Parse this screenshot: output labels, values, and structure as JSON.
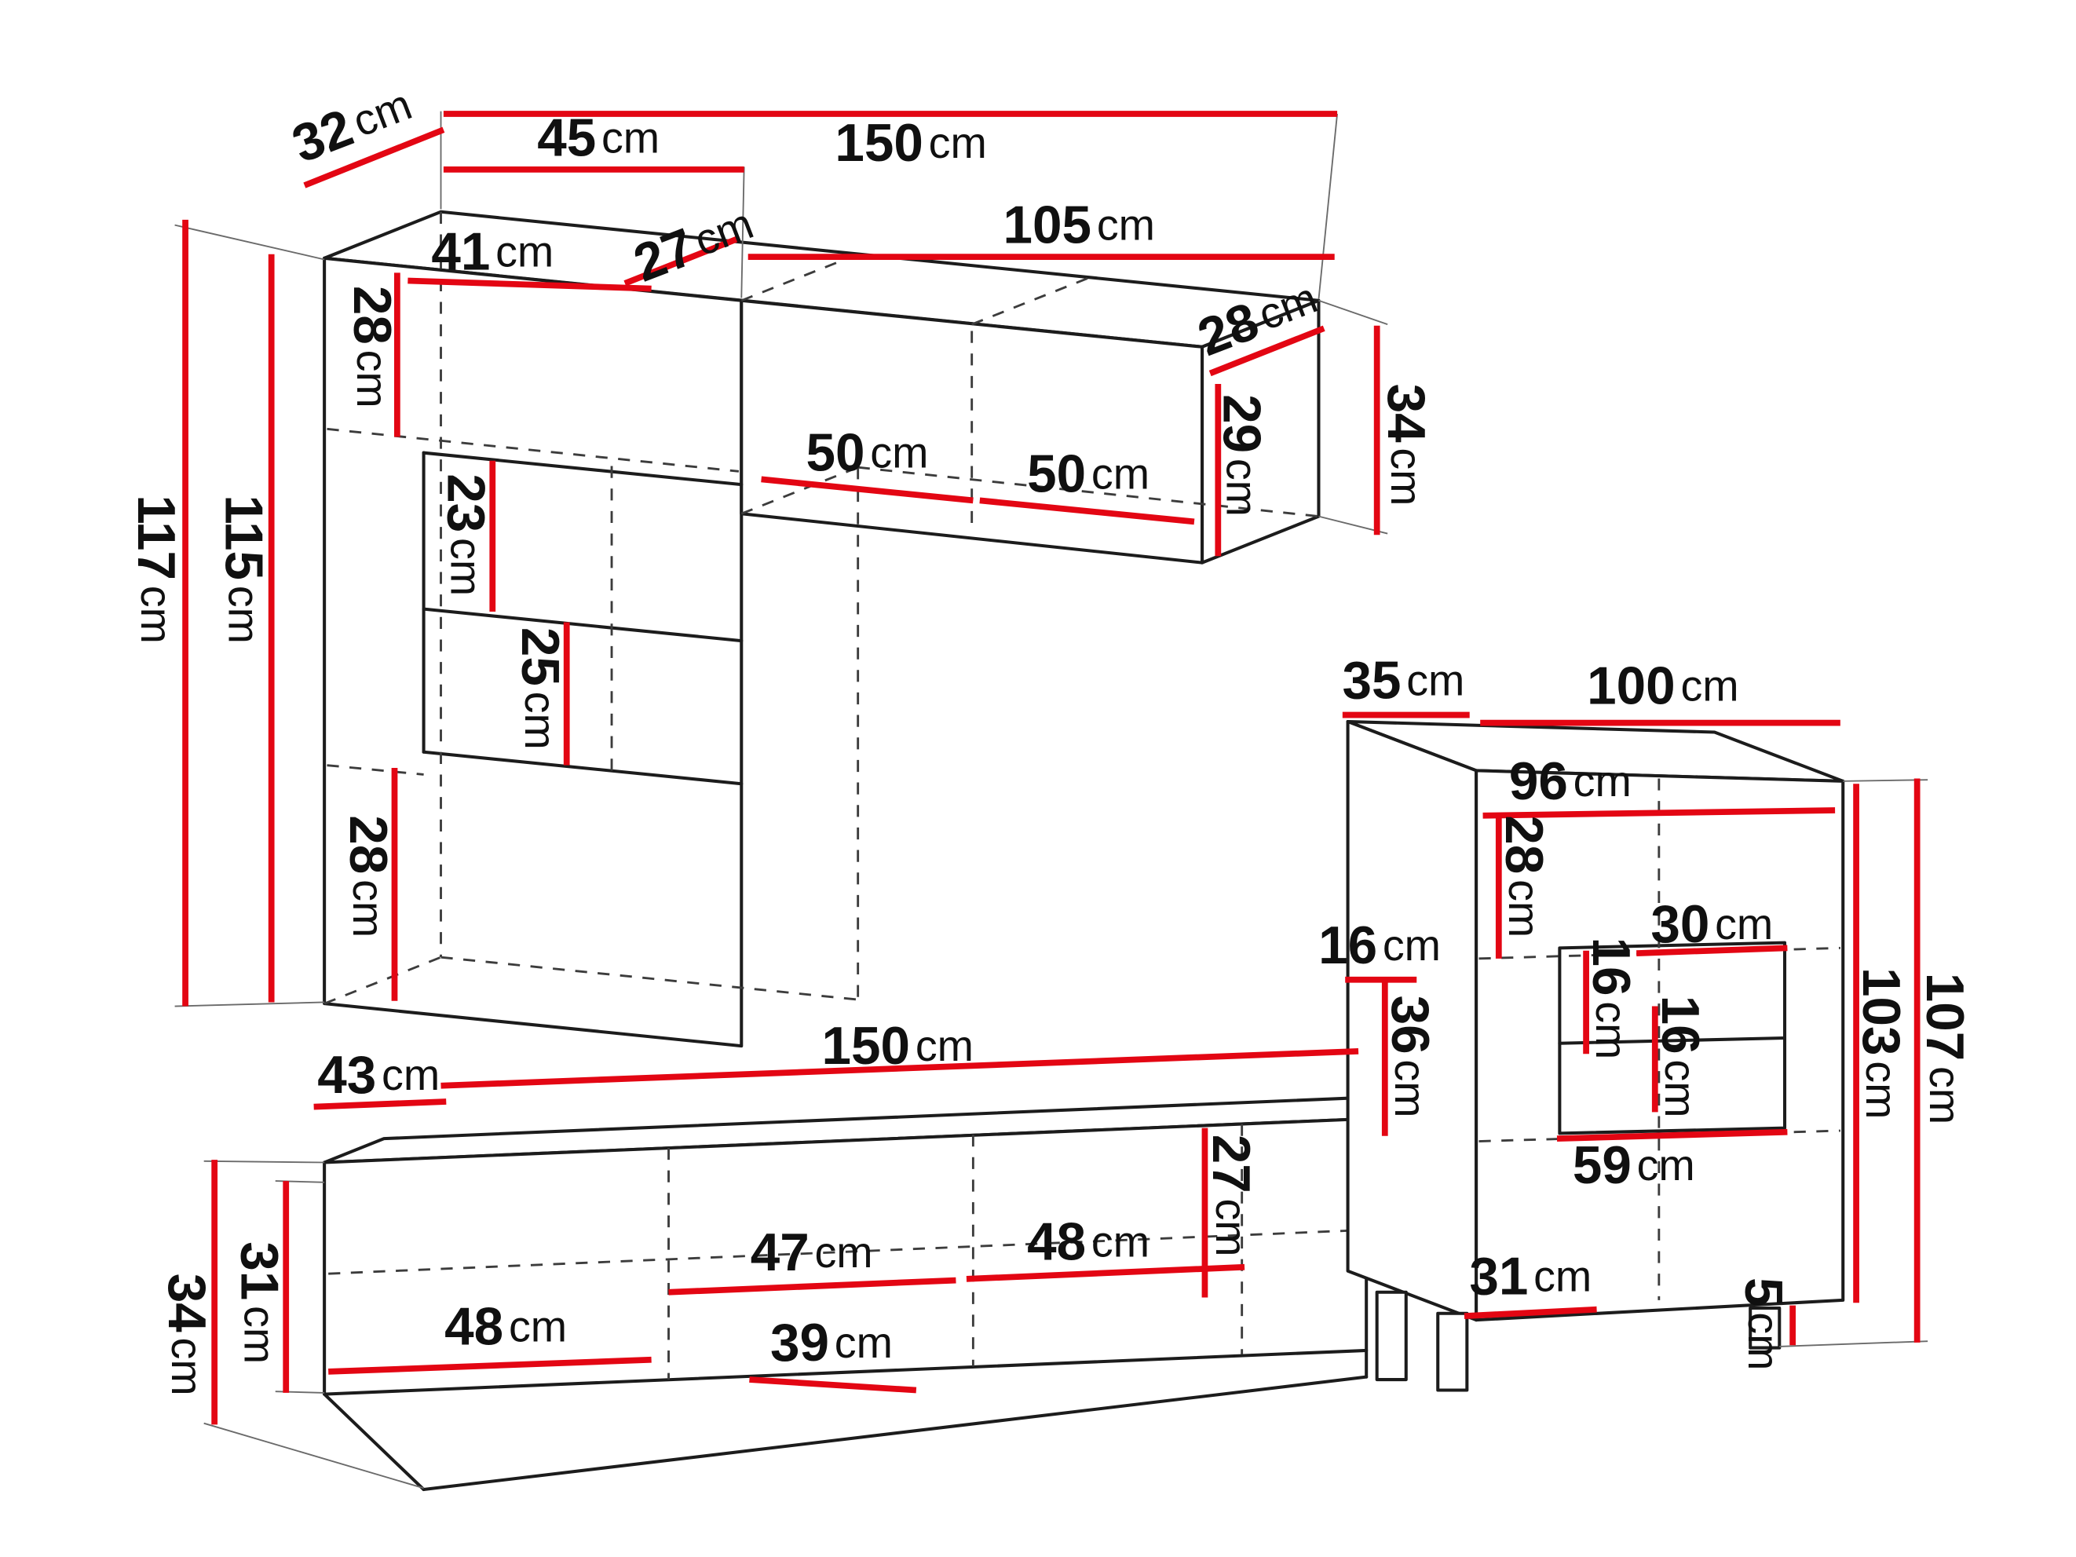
{
  "diagram": {
    "type": "furniture-dimension-drawing",
    "pieces": [
      "wall-unit-with-top-cabinet",
      "tv-stand",
      "sideboard"
    ],
    "unit": "cm"
  },
  "colors": {
    "dimension_line": "#e30613",
    "outline": "#1c1c1c",
    "hidden_edge": "#3c3c3c",
    "background": "#ffffff",
    "text": "#101010"
  },
  "labels": [
    {
      "id": "dim-32-depth-top-left",
      "num": "32",
      "unit": "cm"
    },
    {
      "id": "dim-45-width-tall-unit",
      "num": "45",
      "unit": "cm"
    },
    {
      "id": "dim-150-width-top-total",
      "num": "150",
      "unit": "cm"
    },
    {
      "id": "dim-105-width-top-cabinet",
      "num": "105",
      "unit": "cm"
    },
    {
      "id": "dim-41-inner-width-top",
      "num": "41",
      "unit": "cm"
    },
    {
      "id": "dim-27-inner-depth-top",
      "num": "27",
      "unit": "cm"
    },
    {
      "id": "dim-28-height-upper-left",
      "num": "28",
      "unit": "cm"
    },
    {
      "id": "dim-117-height-total-left",
      "num": "117",
      "unit": "cm"
    },
    {
      "id": "dim-115-height-inner-left",
      "num": "115",
      "unit": "cm"
    },
    {
      "id": "dim-50-compartment-left",
      "num": "50",
      "unit": "cm"
    },
    {
      "id": "dim-50-compartment-right",
      "num": "50",
      "unit": "cm"
    },
    {
      "id": "dim-28-depth-end-panel",
      "num": "28",
      "unit": "cm"
    },
    {
      "id": "dim-29-height-end-inner",
      "num": "29",
      "unit": "cm"
    },
    {
      "id": "dim-34-height-end-panel",
      "num": "34",
      "unit": "cm"
    },
    {
      "id": "dim-23-shelf-height",
      "num": "23",
      "unit": "cm"
    },
    {
      "id": "dim-25-shelf-height",
      "num": "25",
      "unit": "cm"
    },
    {
      "id": "dim-28-height-lower-left",
      "num": "28",
      "unit": "cm"
    },
    {
      "id": "dim-43-width-stand-corner",
      "num": "43",
      "unit": "cm"
    },
    {
      "id": "dim-150-width-stand",
      "num": "150",
      "unit": "cm"
    },
    {
      "id": "dim-27-height-stand-inner",
      "num": "27",
      "unit": "cm"
    },
    {
      "id": "dim-47-compartment",
      "num": "47",
      "unit": "cm"
    },
    {
      "id": "dim-48-compartment-right",
      "num": "48",
      "unit": "cm"
    },
    {
      "id": "dim-48-compartment-left",
      "num": "48",
      "unit": "cm"
    },
    {
      "id": "dim-39-depth-stand",
      "num": "39",
      "unit": "cm"
    },
    {
      "id": "dim-34-height-stand-total",
      "num": "34",
      "unit": "cm"
    },
    {
      "id": "dim-31-height-stand-body",
      "num": "31",
      "unit": "cm"
    },
    {
      "id": "dim-35-depth-sideboard",
      "num": "35",
      "unit": "cm"
    },
    {
      "id": "dim-100-width-sideboard",
      "num": "100",
      "unit": "cm"
    },
    {
      "id": "dim-96-inner-width-sideboard",
      "num": "96",
      "unit": "cm"
    },
    {
      "id": "dim-28-height-sideboard-top",
      "num": "28",
      "unit": "cm"
    },
    {
      "id": "dim-16-shelf-left",
      "num": "16",
      "unit": "cm"
    },
    {
      "id": "dim-36-height-sideboard-mid",
      "num": "36",
      "unit": "cm"
    },
    {
      "id": "dim-30-niche-width",
      "num": "30",
      "unit": "cm"
    },
    {
      "id": "dim-16-niche-upper",
      "num": "16",
      "unit": "cm"
    },
    {
      "id": "dim-16-niche-lower",
      "num": "16",
      "unit": "cm"
    },
    {
      "id": "dim-59-niche-bottom-width",
      "num": "59",
      "unit": "cm"
    },
    {
      "id": "dim-107-height-sideboard-total",
      "num": "107",
      "unit": "cm"
    },
    {
      "id": "dim-103-height-sideboard-body",
      "num": "103",
      "unit": "cm"
    },
    {
      "id": "dim-31-width-sideboard-bottom",
      "num": "31",
      "unit": "cm"
    },
    {
      "id": "dim-5-foot-height",
      "num": "5",
      "unit": "cm"
    }
  ]
}
